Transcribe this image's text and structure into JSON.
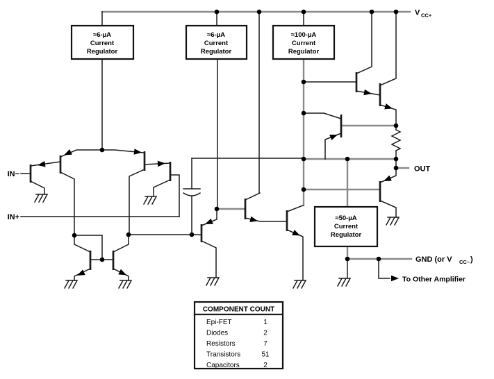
{
  "power": {
    "vcc_main": "V",
    "vcc_sub": "CC+"
  },
  "io": {
    "in_minus": "IN−",
    "in_plus": "IN+",
    "out": "OUT",
    "gnd_main": "GND (or V",
    "gnd_sub": "CC−",
    "gnd_close": ")",
    "to_other": "To Other Amplifier"
  },
  "regulators": [
    {
      "value": "≈6-µA",
      "line2": "Current",
      "line3": "Regulator"
    },
    {
      "value": "≈6-µA",
      "line2": "Current",
      "line3": "Regulator"
    },
    {
      "value": "≈100-µA",
      "line2": "Current",
      "line3": "Regulator"
    },
    {
      "value": "≈50-µA",
      "line2": "Current",
      "line3": "Regulator"
    }
  ],
  "component_count": {
    "title": "COMPONENT COUNT",
    "rows": [
      [
        "Epi-FET",
        "1"
      ],
      [
        "Diodes",
        "2"
      ],
      [
        "Resistors",
        "7"
      ],
      [
        "Transistors",
        "51"
      ],
      [
        "Capacitors",
        "2"
      ]
    ]
  }
}
